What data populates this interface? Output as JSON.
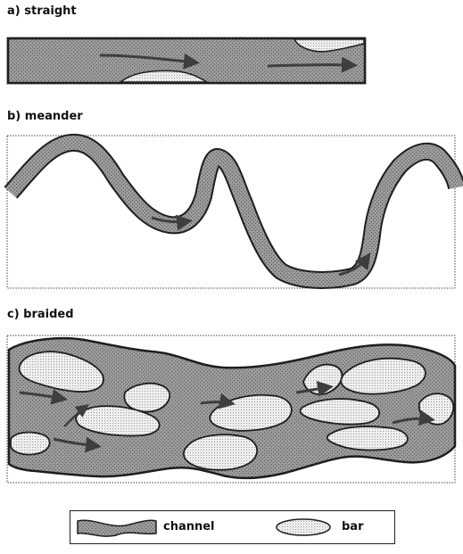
{
  "panels": {
    "straight": {
      "label": "a) straight"
    },
    "meander": {
      "label": "b) meander"
    },
    "braided": {
      "label": "c) braided"
    }
  },
  "legend": {
    "channel": "channel",
    "bar": "bar"
  },
  "colors": {
    "channel_fill": "#8c8c8c",
    "channel_outline": "#1e1e1e",
    "bar_fill": "#dcdcdc",
    "arrow": "#4a4a4a"
  }
}
